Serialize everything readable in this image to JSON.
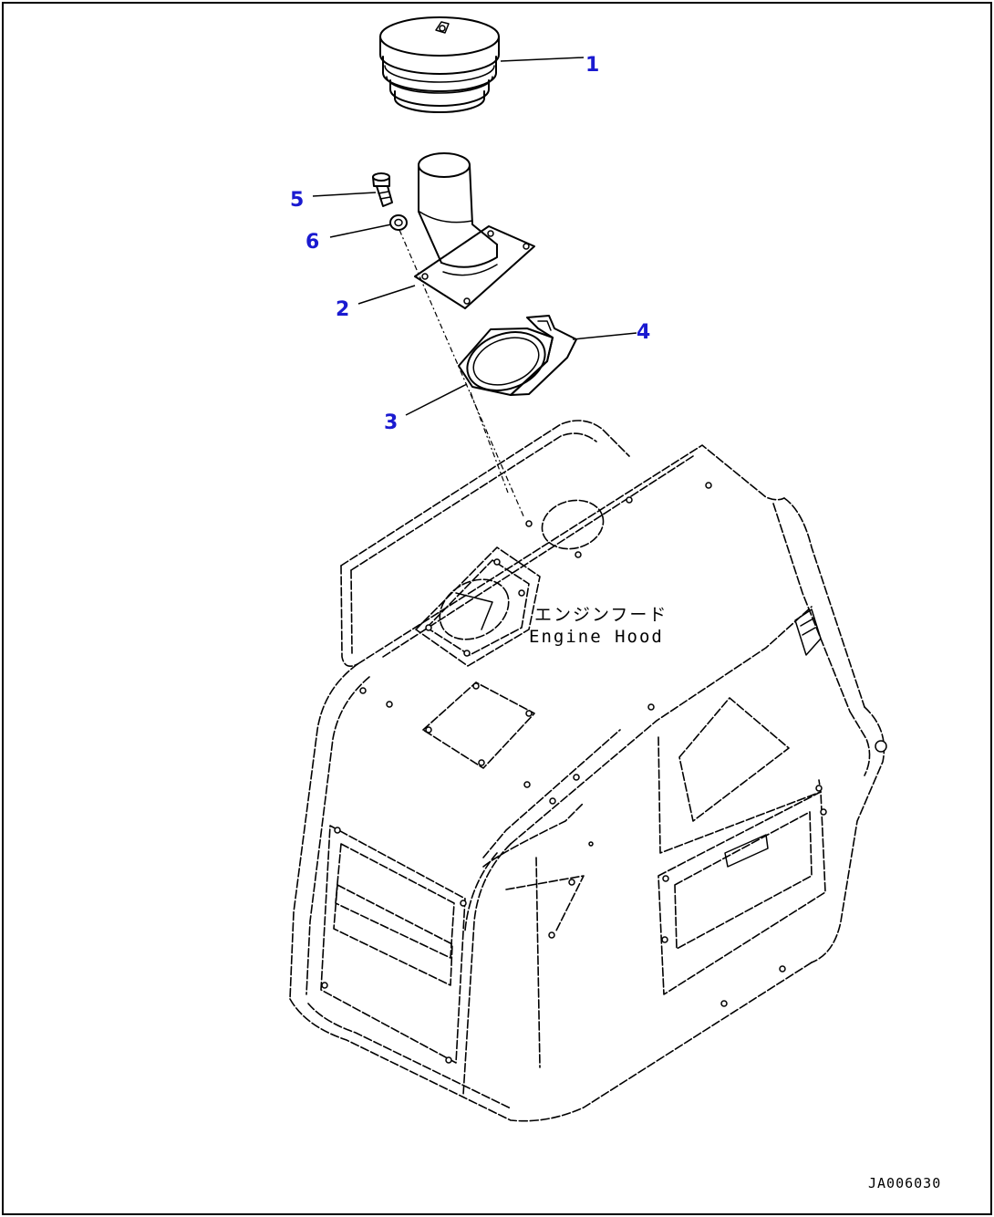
{
  "callouts": [
    {
      "number": "1",
      "part": "cap"
    },
    {
      "number": "2",
      "part": "pipe"
    },
    {
      "number": "3",
      "part": "gasket"
    },
    {
      "number": "4",
      "part": "plate"
    },
    {
      "number": "5",
      "part": "bolt"
    },
    {
      "number": "6",
      "part": "washer"
    }
  ],
  "hood_label": {
    "japanese": "エンジンフード",
    "english": "Engine Hood"
  },
  "drawing_code": "JA006030",
  "colors": {
    "callout": "#1a1ad0",
    "line": "#000000",
    "background": "#ffffff"
  }
}
